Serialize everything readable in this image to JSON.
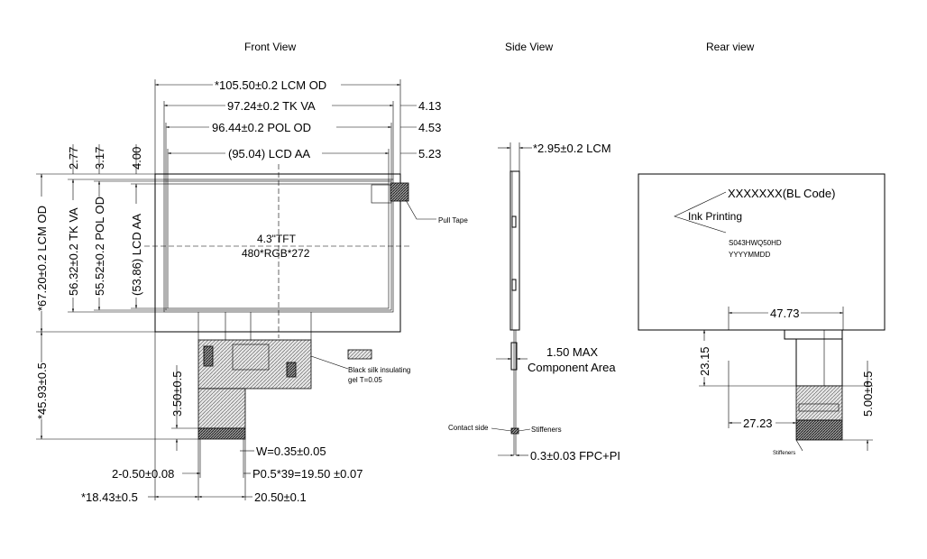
{
  "views": {
    "front": "Front View",
    "side": "Side View",
    "rear": "Rear view"
  },
  "front": {
    "lcm_od_w": "*105.50±0.2 LCM OD",
    "tk_va_w": "97.24±0.2 TK VA",
    "pol_od_w": "96.44±0.2 POL OD",
    "lcd_aa_w": "(95.04) LCD AA",
    "off_413": "4.13",
    "off_453": "4.53",
    "off_523": "5.23",
    "off_277": "2.77",
    "off_317": "3.17",
    "off_400": "4.00",
    "lcm_od_h": "*67.20±0.2 LCM OD",
    "tk_va_h": "56.32±0.2 TK VA",
    "pol_od_h": "55.52±0.2 POL OD",
    "lcd_aa_h": "(53.86) LCD AA",
    "size_label": "4.3\"TFT",
    "res_label": "480*RGB*272",
    "pull_tape": "Pull Tape",
    "silk_1": "Black silk insulating",
    "silk_2": "gel T=0.05",
    "fpc_total": "*45.93±0.5",
    "fpc_350": "3.50±0.5",
    "w_035": "W=0.35±0.05",
    "hole": "2-0.50±0.08",
    "pitch": "P0.5*39=19.50 ±0.07",
    "off_1843": "*18.43±0.5",
    "width_2050": "20.50±0.1"
  },
  "side": {
    "lcm_t": "*2.95±0.2 LCM",
    "comp_1": "1.50 MAX",
    "comp_2": "Component Area",
    "contact": "Contact side",
    "stiff": "Stiffeners",
    "fpc_t": "0.3±0.03 FPC+PI"
  },
  "rear": {
    "bl_code": "XXXXXXX(BL  Code)",
    "ink": "Ink Printing",
    "model": "S043HWQ50HD",
    "date": "YYYYMMDD",
    "d4773": "47.73",
    "d2315": "23.15",
    "d2723": "27.23",
    "d500": "5.00±0.5",
    "stiff": "Stiffeners"
  }
}
